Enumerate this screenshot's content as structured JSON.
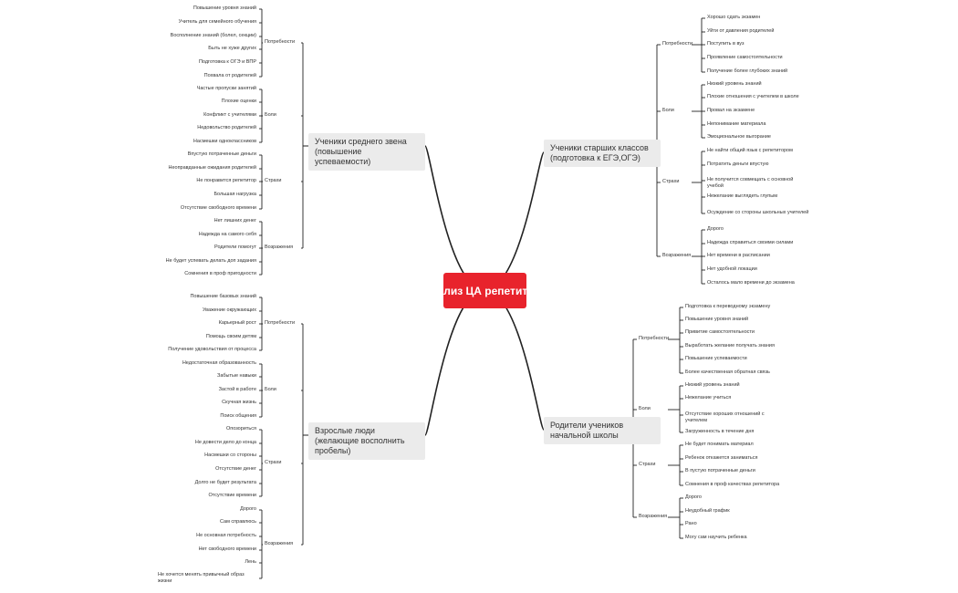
{
  "title": "Анализ ЦА репетитора",
  "branches": [
    {
      "label": "Ученики среднего звена (повышение успеваемости)",
      "groups": [
        {
          "label": "Потребности",
          "items": [
            "Повышение уровня знаний",
            "Учитель для семейного обучения",
            "Восполнение знаний (болел, секции)",
            "Быть не хуже других",
            "Подготовка к ОГЭ и ВПР",
            "Похвала от родителей"
          ]
        },
        {
          "label": "Боли",
          "items": [
            "Частые пропуски занятий",
            "Плохие оценки",
            "Конфликт с учителями",
            "Недовольство родителей",
            "Насмешки одноклассников"
          ]
        },
        {
          "label": "Страхи",
          "items": [
            "Впустую потраченные деньги",
            "Неоправданные ожидания родителей",
            "Не понравится репетитор",
            "Большая нагрузка",
            "Отсутствие свободного времени"
          ]
        },
        {
          "label": "Возражения",
          "items": [
            "Нет лишних денег",
            "Надежда на самого себя",
            "Родители помогут",
            "Не будет успевать делать доп задания",
            "Сомнения в проф пригодности"
          ]
        }
      ]
    },
    {
      "label": "Взрослые люди (желающие восполнить пробелы)",
      "groups": [
        {
          "label": "Потребности",
          "items": [
            "Повышение базовых знаний",
            "Уважение окружающих",
            "Карьерный рост",
            "Помощь своим детям",
            "Получение удовольствия от процесса"
          ]
        },
        {
          "label": "Боли",
          "items": [
            "Недостаточная образованность",
            "Забытые навыки",
            "Застой в работе",
            "Скучная жизнь",
            "Поиск общения"
          ]
        },
        {
          "label": "Страхи",
          "items": [
            "Опозориться",
            "Не довести дело до конца",
            "Насмешки со стороны",
            "Отсутствие денег",
            "Долго не будет результата",
            "Отсутствие времени"
          ]
        },
        {
          "label": "Возражения",
          "items": [
            "Дорого",
            "Сам справлюсь",
            "Не основная потребность",
            "Нет свободного времени",
            "Лень",
            "Не хочется менять привычный образ жизни"
          ]
        }
      ]
    },
    {
      "label": "Ученики старших классов (подготовка к ЕГЭ,ОГЭ)",
      "groups": [
        {
          "label": "Потребности",
          "items": [
            "Хорошо сдать экзамен",
            "Уйти от давления родителей",
            "Поступить в вуз",
            "Проявление самостоятельности",
            "Получение более глубоких знаний"
          ]
        },
        {
          "label": "Боли",
          "items": [
            "Низкий уровень знаний",
            "Плохие отношения с учителем в школе",
            "Провал на экзамене",
            "Непонимание материала",
            "Эмоциональное выгорание"
          ]
        },
        {
          "label": "Страхи",
          "items": [
            "Не найти общий язык с репетитором",
            "Потратить деньги впустую",
            "Не получится совмещать с основной учебой",
            "Нежелание выглядеть глупым",
            "Осуждение со стороны школьных учителей"
          ]
        },
        {
          "label": "Возражения",
          "items": [
            "Дорого",
            "Надежда справиться своими силами",
            "Нет времени в расписании",
            "Нет удобной локации",
            "Осталось мало времени до экзамена"
          ]
        }
      ]
    },
    {
      "label": "Родители учеников начальной школы",
      "groups": [
        {
          "label": "Потребности",
          "items": [
            "Подготовка к переводному экзамену",
            "Повышение уровня знаний",
            "Привитие самостоятельности",
            "Выработать желание получать знания",
            "Повышение успеваемости",
            "Более качественная обратная связь"
          ]
        },
        {
          "label": "Боли",
          "items": [
            "Низкий уровень знаний",
            "Нежелание учиться",
            "Отсутствие хороших отношений с учителем",
            "Загруженность в течение дня"
          ]
        },
        {
          "label": "Страхи",
          "items": [
            "Не будет понимать материал",
            "Ребенок откажется заниматься",
            "В пустую потраченные деньги",
            "Сомнения в проф качествах репетитора"
          ]
        },
        {
          "label": "Возражения",
          "items": [
            "Дорого",
            "Неудобный график",
            "Рано",
            "Могу сам научить ребенка"
          ]
        }
      ]
    }
  ],
  "colors": {
    "center": "#e8232c",
    "branch_bg": "#ebebeb",
    "line": "#222222"
  }
}
